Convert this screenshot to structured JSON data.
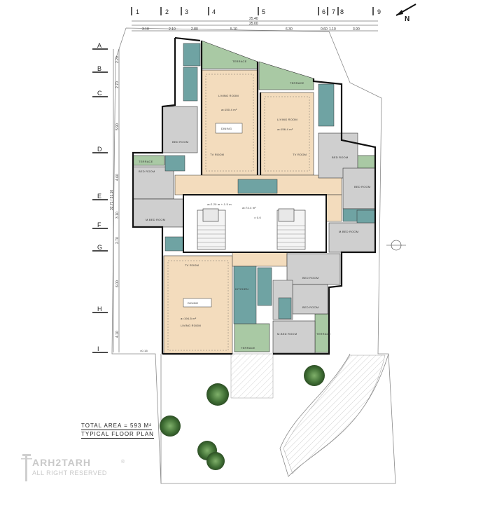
{
  "plan": {
    "title_line1": "TOTAL AREA = 593 M²",
    "title_line2": "TYPICAL FLOOR PLAN",
    "north_label": "N",
    "grid_columns": [
      "1",
      "2",
      "3",
      "4",
      "5",
      "6",
      "7",
      "8",
      "9"
    ],
    "grid_rows": [
      "A",
      "B",
      "C",
      "D",
      "E",
      "F",
      "G",
      "H",
      "I"
    ],
    "top_dims_overall": [
      "25.40",
      "25.00"
    ],
    "top_dims_segments": [
      "3.10",
      "2.10",
      "2.80",
      "5.10",
      "6.30",
      "0.60",
      "1.10",
      "3.90"
    ],
    "left_dims": [
      "2.20",
      "2.70",
      "5.90",
      "4.60",
      "3.10",
      "2.70",
      "6.00",
      "4.10"
    ],
    "left_total": "32.71 / 31.10",
    "rooms": {
      "living_ul": "LIVING ROOM",
      "living_ul_area": "a=150.4 m²",
      "living_ur": "LIVING ROOM",
      "living_ur_area": "a=156.4 m²",
      "living_bottom": "LIVING ROOM",
      "living_bottom_area": "a=194.5 m²",
      "dining": "DINING",
      "tv": "TV ROOM",
      "terrace": "TERRACE",
      "bed": "BED ROOM",
      "master_bed": "M.BED ROOM",
      "kitchen": "KITCHEN",
      "lobby_area": "a=74.4 m²",
      "lobby_sub": "a=2.20 m\n+-1.5 m",
      "level": "± 0.0",
      "corner_label": "±0.15"
    }
  },
  "branding": {
    "logo_text": "ARH2TARH",
    "logo_sub": "ALL RIGHT RESERVED",
    "reg_mark": "®"
  },
  "colors": {
    "living": "#f3dcbd",
    "bedroom": "#cfcfcf",
    "terrace": "#a9c9a4",
    "wet": "#6fa3a3",
    "wall": "#1a1a1a",
    "site": "#7a7a7a"
  }
}
